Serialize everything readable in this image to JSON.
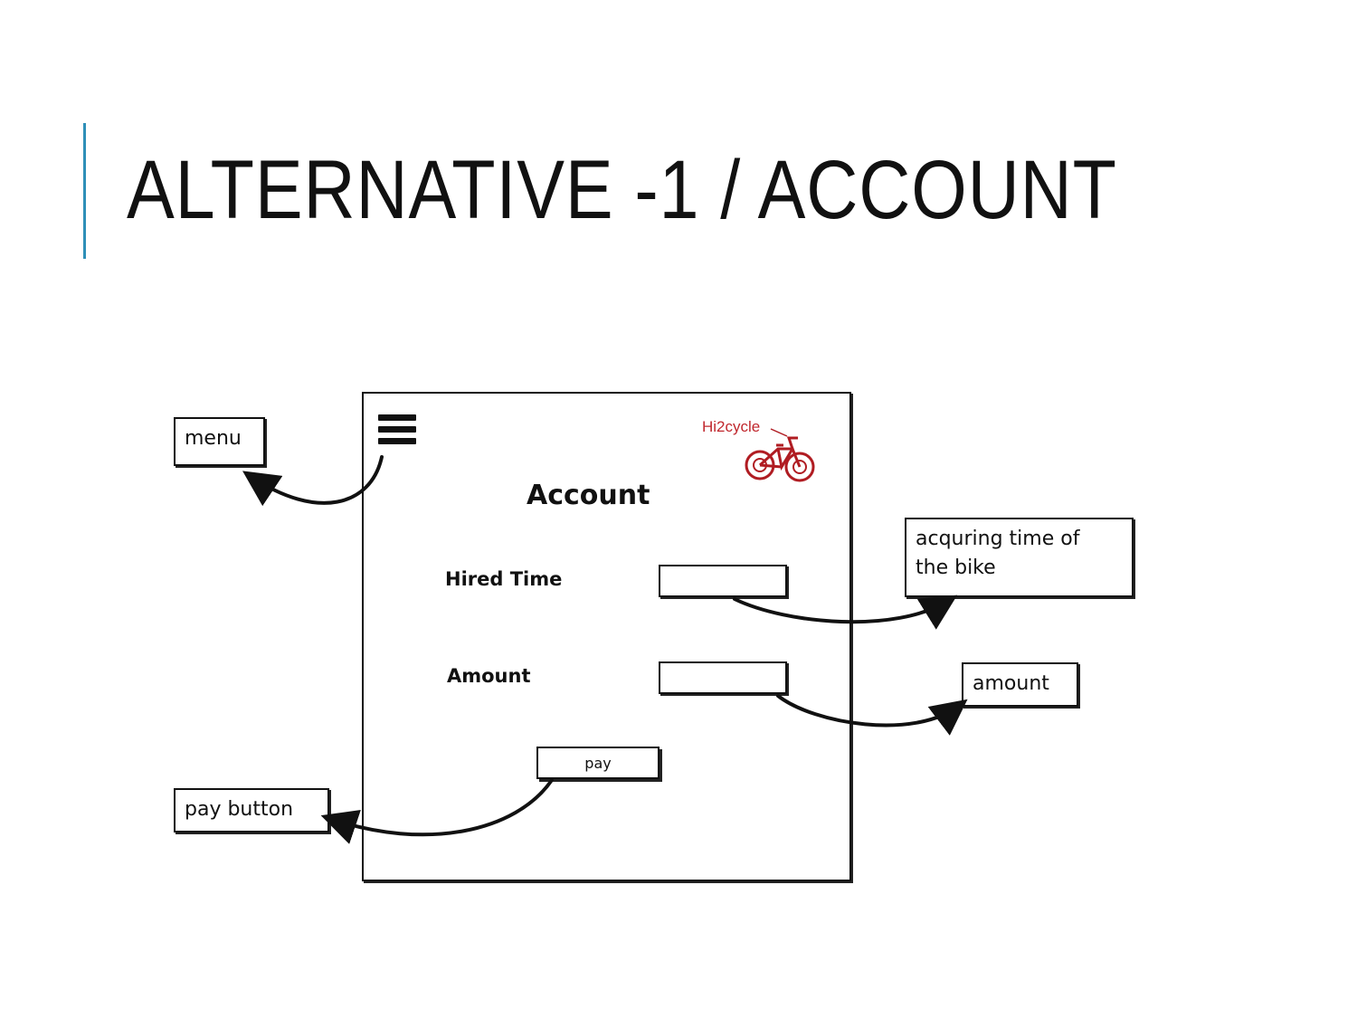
{
  "slide": {
    "title": "ALTERNATIVE -1 / ACCOUNT",
    "accent_color": "#2e8fb8"
  },
  "mockup": {
    "menu_icon": "hamburger-icon",
    "logo": {
      "text": "Hi2cycle",
      "icon": "bicycle-icon",
      "color": "#c0272d"
    },
    "screen_title": "Account",
    "fields": [
      {
        "label": "Hired Time",
        "value": ""
      },
      {
        "label": "Amount",
        "value": ""
      }
    ],
    "pay_button_label": "pay"
  },
  "annotations": {
    "menu": "menu",
    "hired_time_line1": "acquring time of",
    "hired_time_line2": "the bike",
    "amount": "amount",
    "pay_button": "pay button"
  }
}
